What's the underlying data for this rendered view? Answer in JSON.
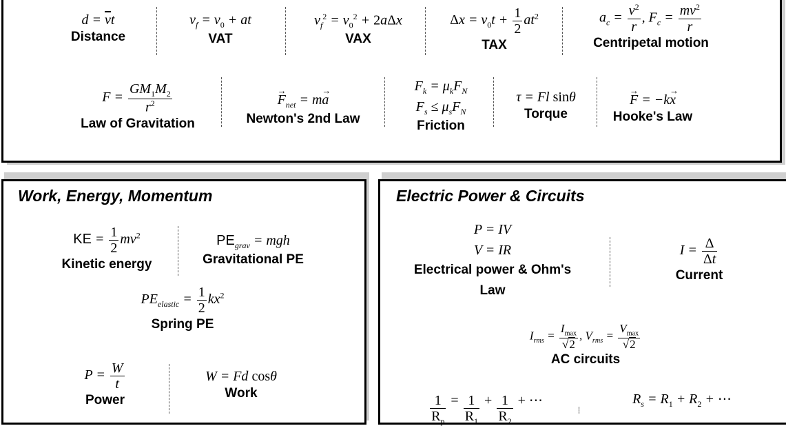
{
  "kinematics": {
    "row1": [
      {
        "label": "Distance"
      },
      {
        "label": "VAT"
      },
      {
        "label": "VAX"
      },
      {
        "label": "TAX"
      },
      {
        "label": "Centripetal motion"
      }
    ],
    "row2": [
      {
        "label": "Law of Gravitation"
      },
      {
        "label": "Newton's 2nd Law"
      },
      {
        "label": "Friction"
      },
      {
        "label": "Torque"
      },
      {
        "label": "Hooke's Law"
      }
    ]
  },
  "work_energy": {
    "title": "Work, Energy, Momentum",
    "items": [
      {
        "label": "Kinetic energy"
      },
      {
        "label": "Gravitational PE"
      },
      {
        "label": "Spring PE"
      },
      {
        "label": "Power"
      },
      {
        "label": "Work"
      }
    ]
  },
  "circuits": {
    "title": "Electric Power & Circuits",
    "items": [
      {
        "label": "Electrical power & Ohm's Law"
      },
      {
        "label": "Current"
      },
      {
        "label": "AC circuits"
      }
    ]
  },
  "colors": {
    "border": "#000000",
    "shadow": "#cfcfcf",
    "background": "#ffffff"
  }
}
